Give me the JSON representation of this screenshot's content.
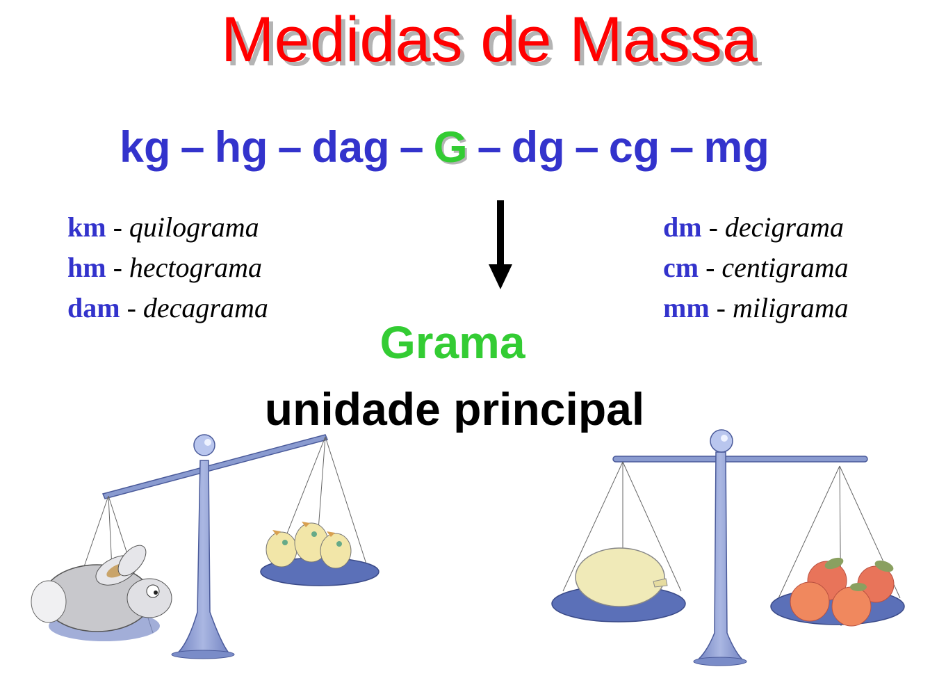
{
  "title": "Medidas de Massa",
  "unit_sequence": {
    "items": [
      "kg",
      "hg",
      "dag",
      "G",
      "dg",
      "cg",
      "mg"
    ],
    "separator": "–",
    "base_unit_index": 3
  },
  "list_left": [
    {
      "abbr": "km",
      "dash": "-",
      "name": "quilograma"
    },
    {
      "abbr": "hm",
      "dash": "-",
      "name": "hectograma"
    },
    {
      "abbr": "dam",
      "dash": "-",
      "name": "decagrama"
    }
  ],
  "list_right": [
    {
      "abbr": "dm",
      "dash": "-",
      "name": "decigrama"
    },
    {
      "abbr": "cm",
      "dash": "-",
      "name": "centigrama"
    },
    {
      "abbr": "mm",
      "dash": "-",
      "name": "miligrama"
    }
  ],
  "base_unit": {
    "name": "Grama",
    "caption": "unidade principal"
  },
  "colors": {
    "title": "#ff0000",
    "units": "#3333cc",
    "base": "#33cc33",
    "shadow": "#b4b4b4",
    "scale_metal": "#8a9bd0",
    "scale_dark": "#4a5a9a"
  },
  "illustrations": {
    "left_scale": "unbalanced scale with rabbit (heavier, left) and three chicks (right)",
    "right_scale": "balanced scale with melon (left) and apples (right)"
  }
}
